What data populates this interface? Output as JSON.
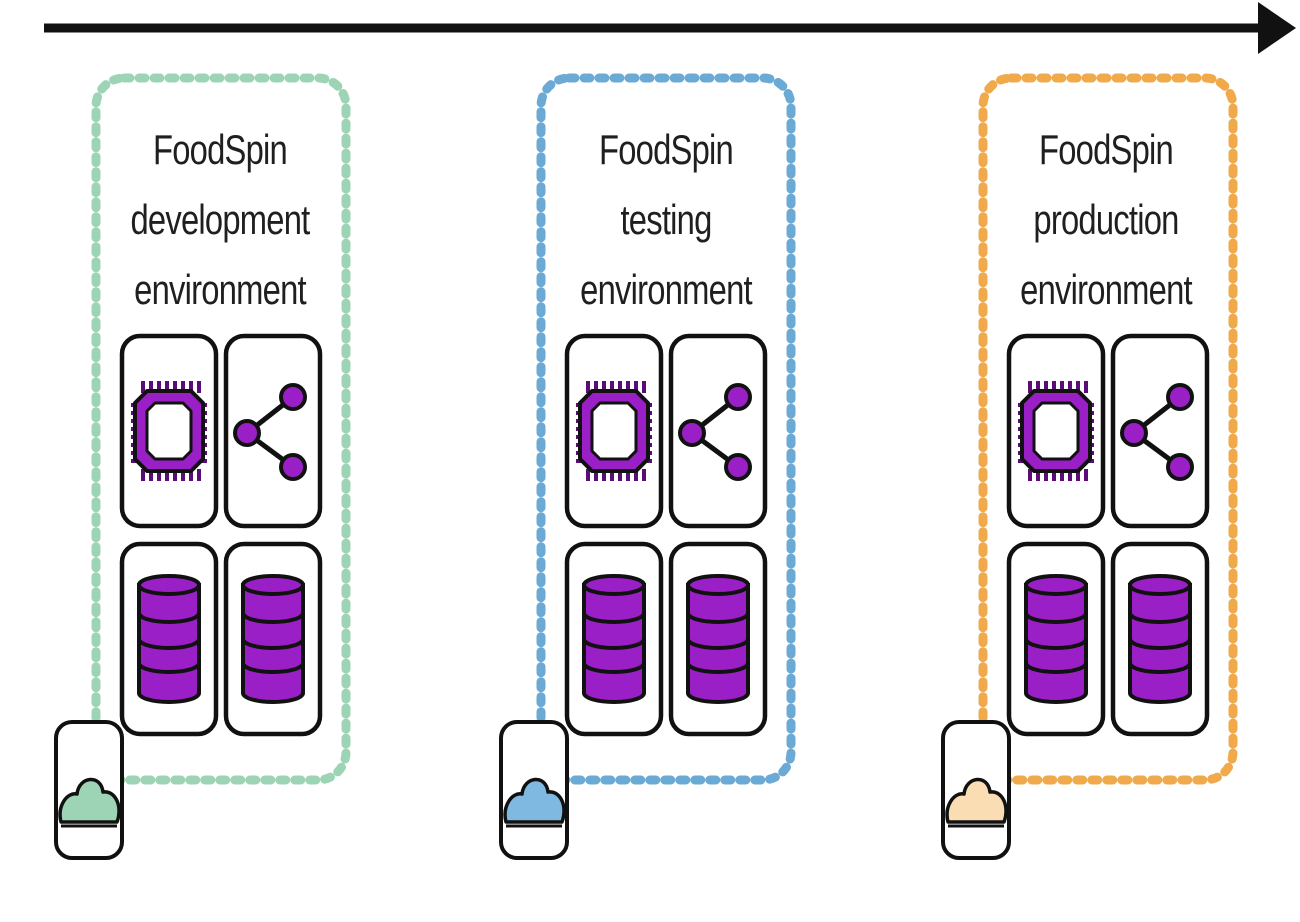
{
  "colors": {
    "dev": "#9dd4b5",
    "test": "#6aaad4",
    "prod": "#f0a94b",
    "dev_cloud": "#9dd4b5",
    "test_cloud": "#7fb8e0",
    "prod_cloud": "#fbddb4",
    "icon_purple": "#9b1fc6",
    "icon_purple_dark": "#5a0d78",
    "ink": "#111111"
  },
  "environments": [
    {
      "id": "dev",
      "title_lines": [
        "FoodSpin",
        "development",
        "environment"
      ],
      "icons": [
        "cpu-icon",
        "network-icon",
        "database-icon",
        "database-icon"
      ],
      "cloud_icon": "cloud-icon"
    },
    {
      "id": "test",
      "title_lines": [
        "FoodSpin",
        "testing",
        "environment"
      ],
      "icons": [
        "cpu-icon",
        "network-icon",
        "database-icon",
        "database-icon"
      ],
      "cloud_icon": "cloud-icon"
    },
    {
      "id": "prod",
      "title_lines": [
        "FoodSpin",
        "production",
        "environment"
      ],
      "icons": [
        "cpu-icon",
        "network-icon",
        "database-icon",
        "database-icon"
      ],
      "cloud_icon": "cloud-icon"
    }
  ],
  "timeline": {
    "icon": "arrow-right-icon"
  }
}
